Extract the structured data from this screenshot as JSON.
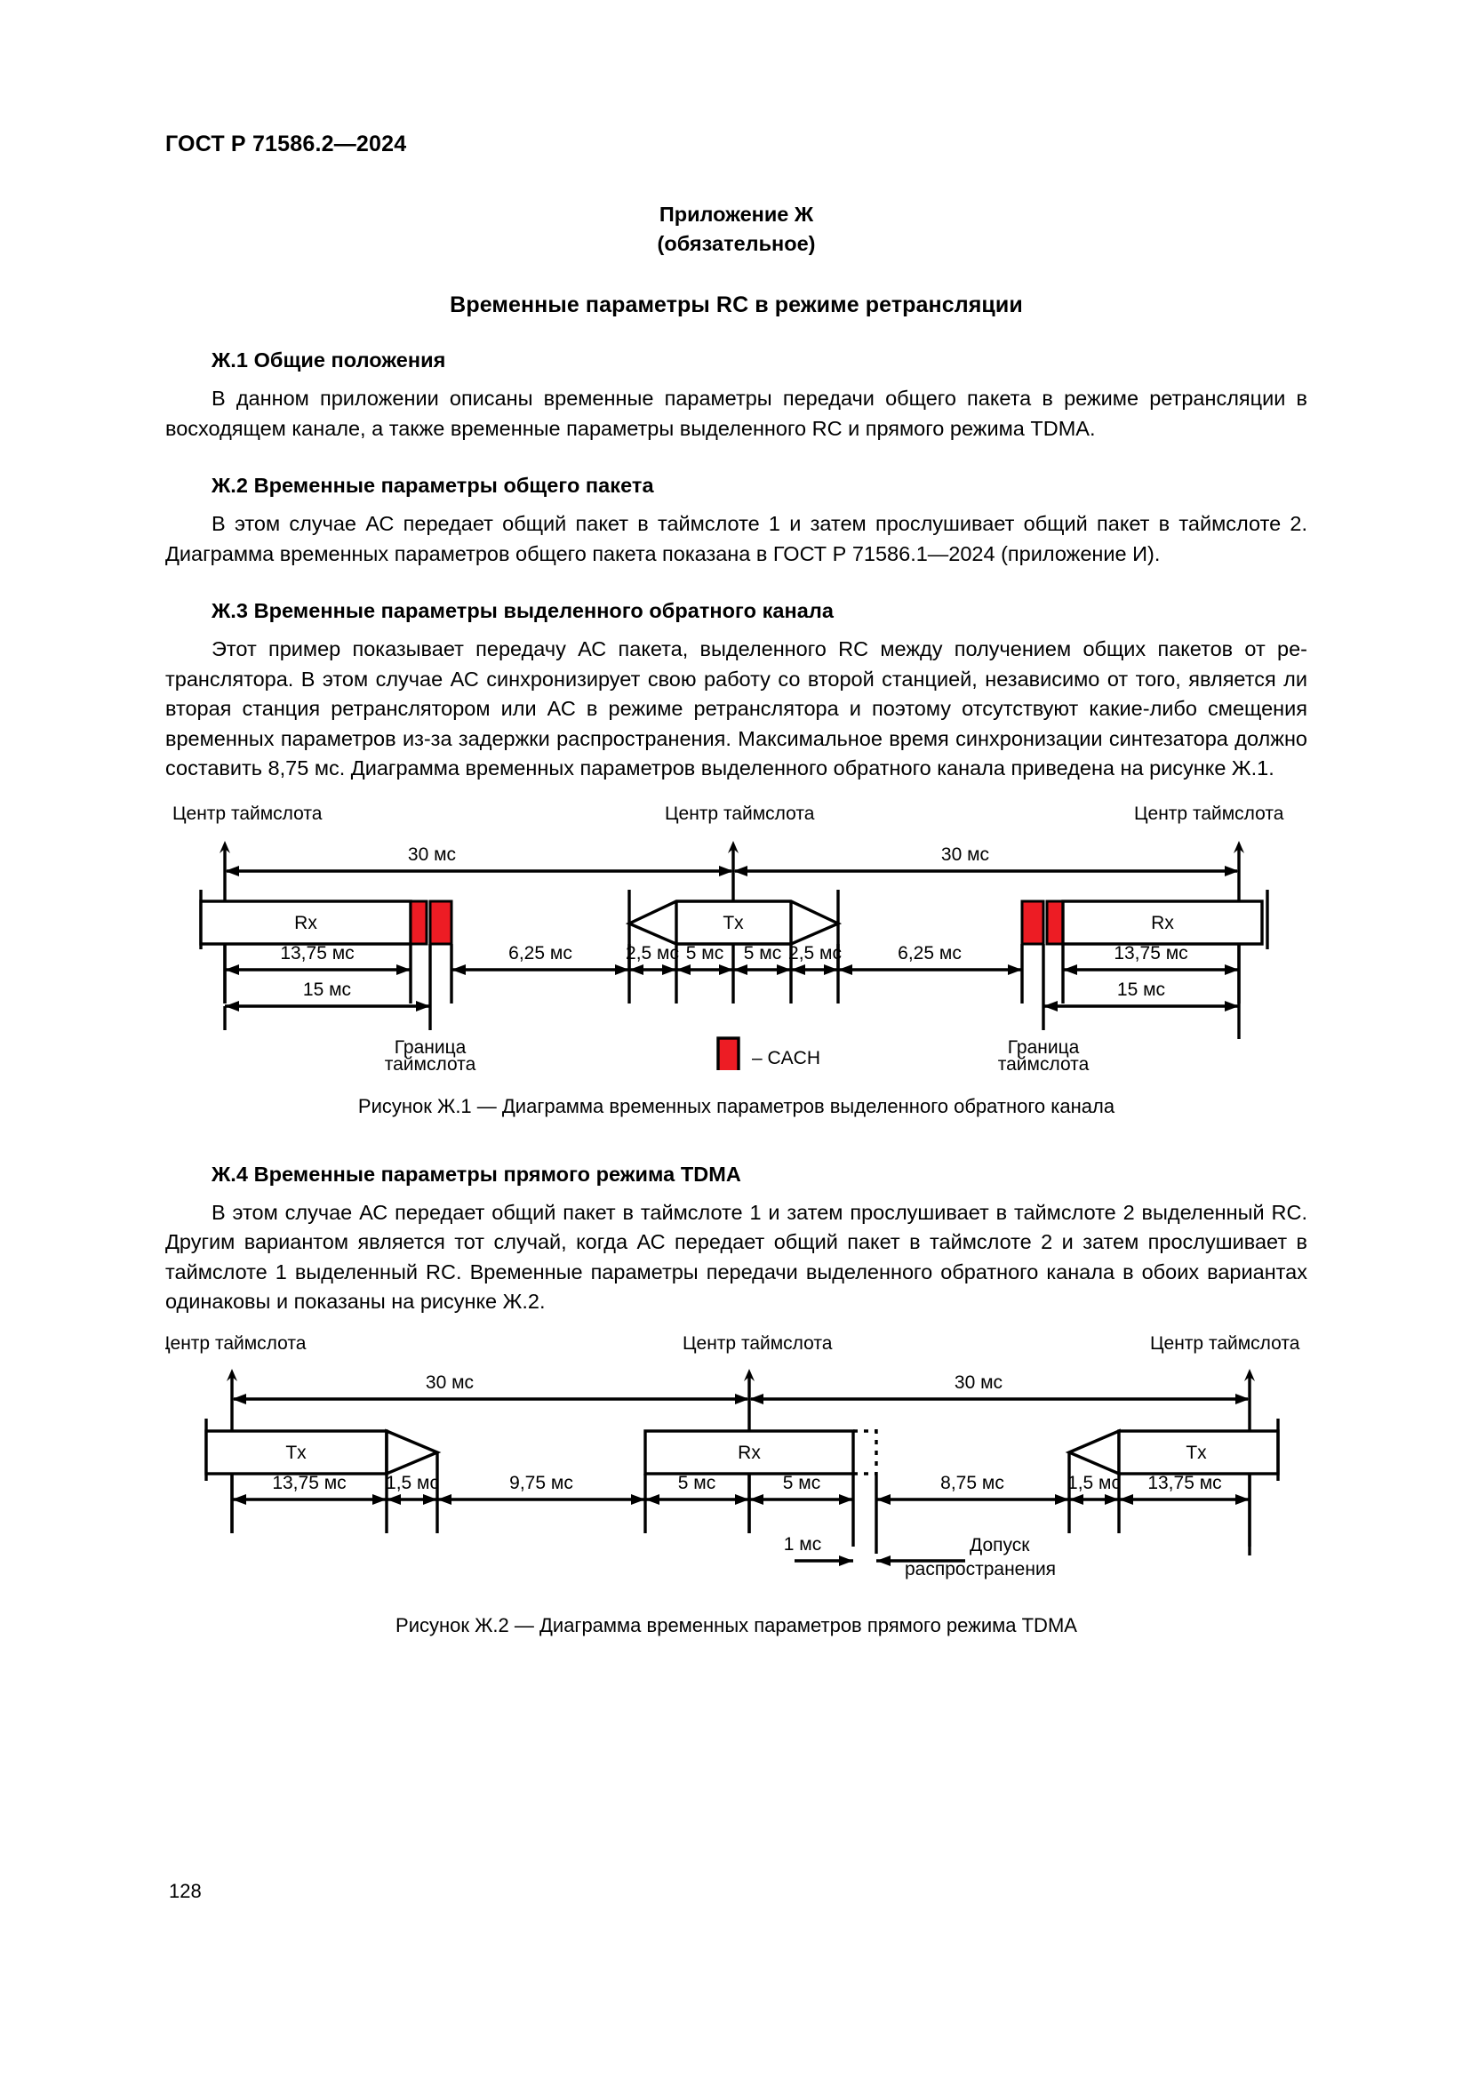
{
  "document": {
    "header": "ГОСТ Р 71586.2—2024",
    "page_number": "128"
  },
  "annex": {
    "title": "Приложение Ж",
    "subtitle": "(обязательное)",
    "heading": "Временные параметры RC в режиме ретрансляции"
  },
  "sections": [
    {
      "id": "zh1",
      "heading": "Ж.1 Общие положения",
      "paragraphs": [
        "В данном приложении описаны временные параметры передачи общего пакета в режиме ретрансляции в восходящем канале, а также временные параметры выделенного RC и прямого режима TDMA."
      ]
    },
    {
      "id": "zh2",
      "heading": "Ж.2 Временные параметры общего пакета",
      "paragraphs": [
        "В этом случае АС передает общий пакет в таймслоте 1 и затем прослушивает общий пакет в таймслоте 2. Диаграмма временных параметров общего пакета показана в ГОСТ Р 71586.1—2024 (приложение И)."
      ]
    },
    {
      "id": "zh3",
      "heading": "Ж.3 Временные параметры выделенного обратного канала",
      "paragraphs": [
        "Этот пример показывает передачу АС пакета, выделенного RC между получением общих пакетов от ре­транслятора. В этом случае АС синхронизирует свою работу со второй станцией, независимо от того, является ли вторая станция ретранслятором или АС в режиме ретранслятора и поэтому отсутствуют какие-либо смеще­ния временных параметров из-за задержки распространения. Максимальное время синхронизации синтезатора должно составить 8,75 мс. Диаграмма временных параметров выделенного обратного канала приведена на ри­сунке Ж.1."
      ]
    },
    {
      "id": "zh4",
      "heading": "Ж.4 Временные параметры прямого режима TDMA",
      "paragraphs": [
        "В этом случае АС передает общий пакет в таймслоте 1 и затем прослушивает в таймслоте 2 выделенный RC. Другим вариантом является тот случай, когда АС передает общий пакет в таймслоте 2 и затем прослушивает в таймслоте 1 выделенный RC. Временные параметры передачи выделенного обратного канала в обоих вариантах одинаковы и показаны на рисунке Ж.2."
      ]
    }
  ],
  "figure1": {
    "caption": "Рисунок Ж.1 — Диаграмма временных параметров выделенного обратного канала",
    "slot_center_labels": [
      "Центр таймслота",
      "Центр таймслота",
      "Центр таймслота"
    ],
    "span_labels": [
      "30 мс",
      "30 мс"
    ],
    "burst_labels": [
      "Rx",
      "Tx",
      "Rx"
    ],
    "interval_labels": [
      "13,75 мс",
      "6,25 мс",
      "2,5 мс",
      "5 мс",
      "5 мс",
      "2,5 мс",
      "6,25 мс",
      "13,75 мс"
    ],
    "lower_labels": [
      "15 мс",
      "15 мс"
    ],
    "boundary_labels": [
      "Граница\nтаймслота",
      "Граница\nтаймслота"
    ],
    "boundary_label_line1": "Граница",
    "boundary_label_line2": "таймслота",
    "legend": {
      "swatch_color": "#ED1C24",
      "text": "– CACH"
    }
  },
  "figure2": {
    "caption": "Рисунок Ж.2 — Диаграмма временных параметров прямого режима TDMA",
    "slot_center_labels": [
      "Центр таймслота",
      "Центр таймслота",
      "Центр таймслота"
    ],
    "span_labels": [
      "30 мс",
      "30 мс"
    ],
    "burst_labels": [
      "Tx",
      "Rx",
      "Tx"
    ],
    "interval_labels": [
      "13,75 мс",
      "1,5 мс",
      "9,75 мс",
      "5 мс",
      "5 мс",
      "8,75 мс",
      "1,5 мс",
      "13,75 мс"
    ],
    "small_interval_label": "1 мс",
    "annotation_line1": "Допуск",
    "annotation_line2": "распространения"
  },
  "colors": {
    "cach_red": "#ED1C24",
    "ink": "#000000",
    "paper": "#FFFFFF"
  }
}
